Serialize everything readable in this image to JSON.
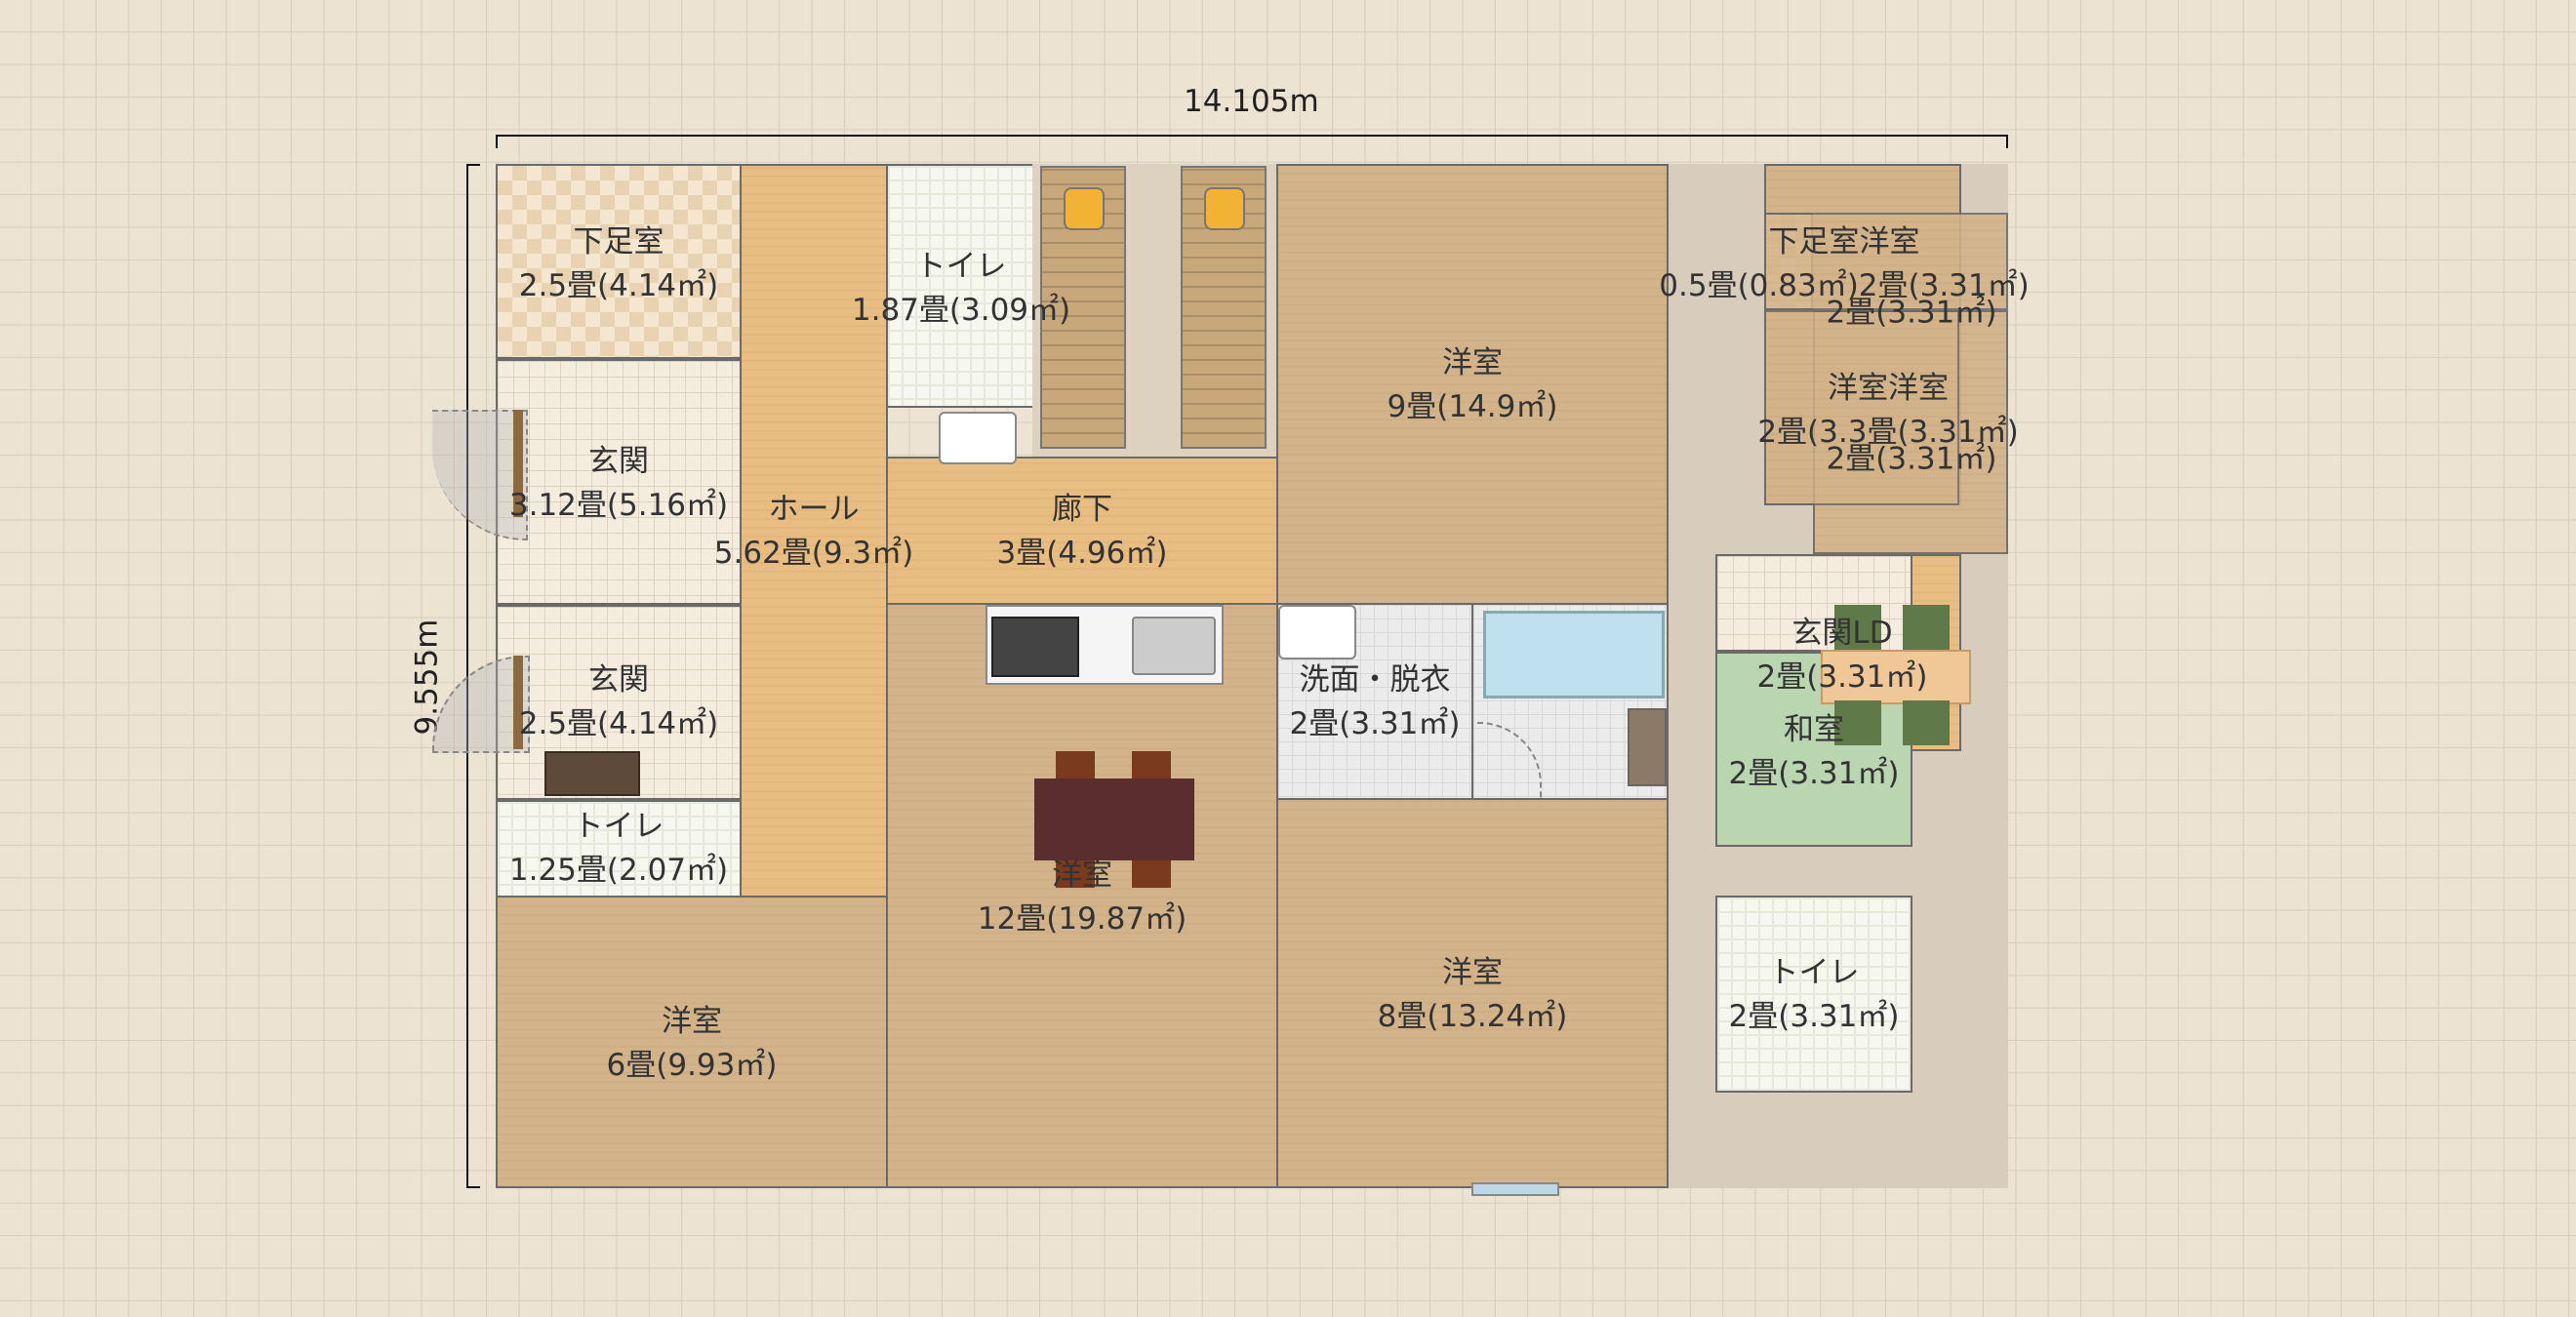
{
  "plan": {
    "dimensions": {
      "width_label": "14.105m",
      "height_label": "9.555m"
    },
    "rooms": [
      {
        "name": "下足室",
        "size": "2.5畳(4.14㎡)"
      },
      {
        "name": "トイレ",
        "size": "1.87畳(3.09㎡)"
      },
      {
        "name": "洋室",
        "size": "9畳(14.9㎡)"
      },
      {
        "name": "玄関",
        "size": "3.12畳(5.16㎡)"
      },
      {
        "name": "ホール",
        "size": "5.62畳(9.3㎡)"
      },
      {
        "name": "廊下",
        "size": "3畳(4.96㎡)"
      },
      {
        "name": "玄関",
        "size": "2.5畳(4.14㎡)"
      },
      {
        "name": "洗面・脱衣",
        "size": "2畳(3.31㎡)"
      },
      {
        "name": "トイレ",
        "size": "1.25畳(2.07㎡)"
      },
      {
        "name": "洋室",
        "size": "12畳(19.87㎡)"
      },
      {
        "name": "洋室",
        "size": "8畳(13.24㎡)"
      },
      {
        "name": "洋室",
        "size": "6畳(9.93㎡)"
      },
      {
        "name": "トイレ",
        "size": "2畳(3.31㎡)"
      },
      {
        "name": "和室",
        "size": "2畳(3.31㎡)"
      }
    ],
    "overlap_labels": [
      {
        "line1": "下足室洋室",
        "line2": "0.5畳(0.83㎡)2畳(3.31㎡)"
      },
      {
        "line1": "",
        "line2": "2畳(3.31㎡)"
      },
      {
        "line1": "洋室洋室",
        "line2": "2畳(3.3畳(3.31㎡)"
      },
      {
        "line1": "",
        "line2": "2畳(3.31㎡)"
      },
      {
        "line1": "玄関LD",
        "line2": "2畳(3.31㎡)"
      }
    ]
  }
}
